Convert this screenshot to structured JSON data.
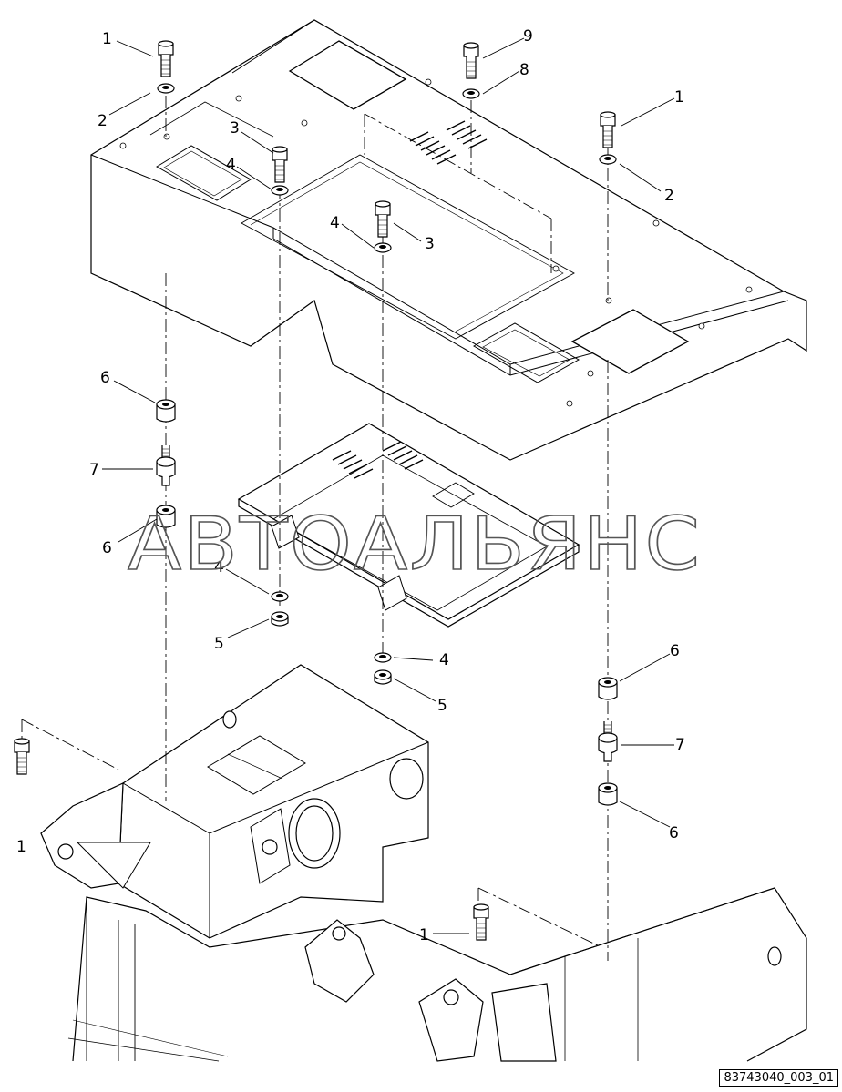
{
  "callouts": [
    "1",
    "2",
    "3",
    "4",
    "5",
    "6",
    "7",
    "8",
    "9"
  ],
  "watermark": "АВТОАЛЬЯНС",
  "drawing_code": "83743040_003_01"
}
